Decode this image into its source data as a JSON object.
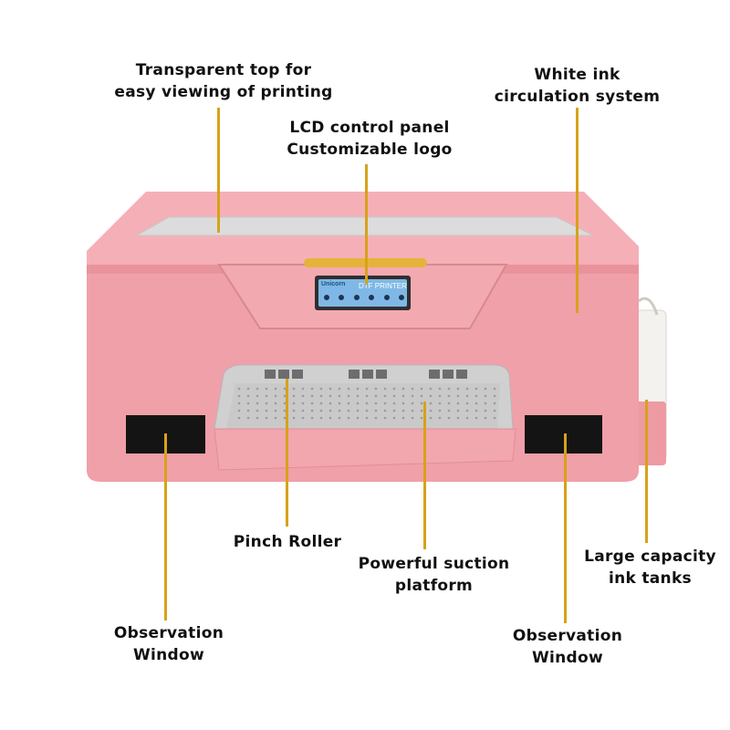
{
  "callouts": {
    "transparent_top": "Transparent top for\neasy viewing of printing",
    "white_ink": "White ink\ncirculation system",
    "lcd_panel": "LCD control panel\nCustomizable logo",
    "pinch_roller": "Pinch Roller",
    "suction_platform": "Powerful suction\nplatform",
    "ink_tanks": "Large capacity\nink tanks",
    "observation_left": "Observation\nWindow",
    "observation_right": "Observation\nWindow"
  },
  "screen": {
    "brand": "Unicorn",
    "title": "DTF PRINTER"
  },
  "colors": {
    "body": "#f0a0a8",
    "accent_line": "#d7a21a",
    "handle": "#e6b33a",
    "window": "#141414"
  }
}
